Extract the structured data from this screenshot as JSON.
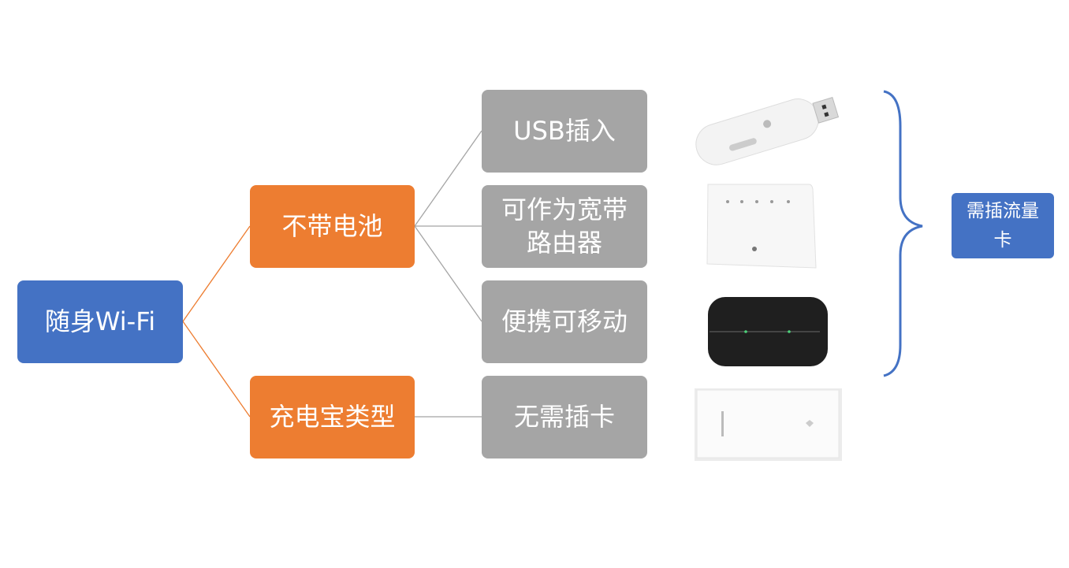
{
  "root": {
    "label": "随身Wi-Fi"
  },
  "categories": [
    {
      "label": "不带电池"
    },
    {
      "label": "充电宝类型"
    }
  ],
  "features": [
    {
      "label": "USB插入",
      "device_icon": "usb-dongle-icon"
    },
    {
      "label": "可作为宽带路由器",
      "device_icon": "router-icon"
    },
    {
      "label": "便携可移动",
      "device_icon": "mobile-hotspot-icon"
    },
    {
      "label": "无需插卡",
      "device_icon": "power-bank-wifi-icon"
    }
  ],
  "note": {
    "label": "需插流量卡"
  },
  "colors": {
    "root": "#4472c4",
    "category": "#ed7d31",
    "feature": "#a5a5a5",
    "brace": "#4472c4"
  }
}
